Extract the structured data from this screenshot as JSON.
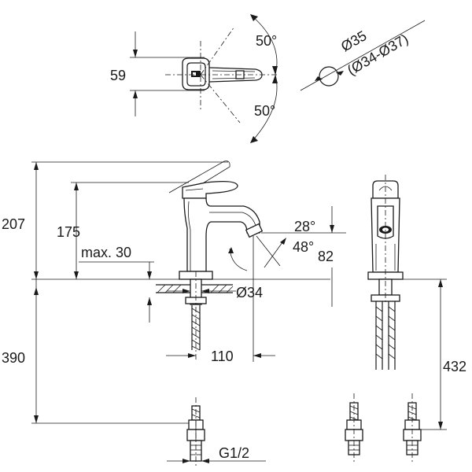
{
  "top_view": {
    "width_label": "59",
    "angle_upper": "50°",
    "angle_lower": "50°"
  },
  "hole": {
    "diameter": "Ø35",
    "range": "(Ø34-Ø37)"
  },
  "side_view": {
    "height_total": "207",
    "height_spout": "175",
    "max_thickness": "max. 30",
    "angle_a": "28°",
    "angle_b": "48°",
    "angle_b_value": "82",
    "pipe_diameter": "Ø34",
    "projection": "110",
    "hose_length": "390",
    "thread": "G1/2"
  },
  "front_view": {
    "hose_length": "432"
  }
}
